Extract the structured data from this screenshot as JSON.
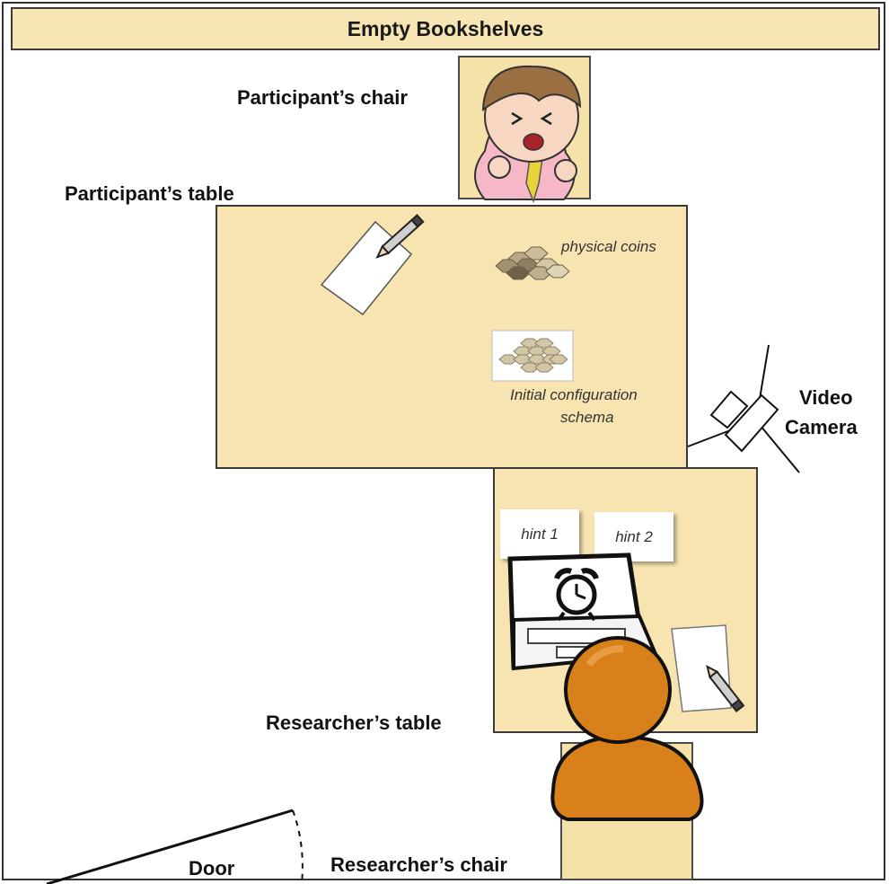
{
  "shelf": {
    "label": "Empty Bookshelves"
  },
  "participant": {
    "chair_label": "Participant’s chair",
    "table_label": "Participant’s table"
  },
  "table_items": {
    "coins_label": "physical coins",
    "schema_label_line1": "Initial configuration",
    "schema_label_line2": "schema"
  },
  "camera": {
    "label_line1": "Video",
    "label_line2": "Camera"
  },
  "researcher": {
    "table_label": "Researcher’s table",
    "chair_label": "Researcher’s chair",
    "hints": [
      "hint 1",
      "hint 2"
    ]
  },
  "door": {
    "label": "Door"
  },
  "colors": {
    "furniture": "#f7e4b1",
    "outline": "#3a3a3a",
    "researcher_figure": "#d9801a",
    "participant_shirt": "#f6b7c6",
    "tie": "#e8d33a"
  }
}
